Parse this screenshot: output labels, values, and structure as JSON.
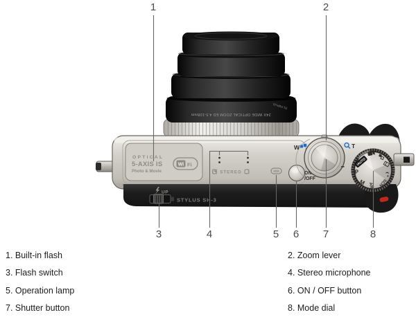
{
  "diagram": {
    "callout_numbers": [
      "1",
      "2",
      "3",
      "4",
      "5",
      "6",
      "7",
      "8"
    ],
    "camera": {
      "flash_panel": {
        "line1": "OPTICAL",
        "line2": "5-AXIS IS",
        "line3": "Photo & Movie",
        "wifi_left": "Wi",
        "wifi_right": "Fi"
      },
      "lens": {
        "ring_text": "24X WIDE OPTICAL ZOOM ED 4.5-108mm",
        "brand": "OLYMPUS"
      },
      "microphone": {
        "left_badge": "L",
        "center": "STEREO",
        "right_badge": "R"
      },
      "power_button": {
        "line1": "ON",
        "line2": "/OFF"
      },
      "zoom_lever": {
        "wide": "W",
        "tele": "T"
      },
      "flash_switch_label": "UP",
      "model_label": "STYLUS SH-3",
      "mode_dial": {
        "iauto": "iAUTO",
        "program": "P",
        "manual": "M",
        "art": "ART",
        "scene": "SCN"
      }
    }
  },
  "legend": {
    "items": [
      "1. Built-in flash",
      "2. Zoom lever",
      "3. Flash switch",
      "4. Stereo microphone",
      "5. Operation lamp",
      "6. ON / OFF button",
      "7. Shutter button",
      "8. Mode dial"
    ]
  },
  "colors": {
    "accent_blue": "#1e6bc8",
    "accent_red": "#c2271b",
    "body_silver": "#cac6c0",
    "callout_line": "#66655f",
    "text": "#1c1c1c"
  }
}
